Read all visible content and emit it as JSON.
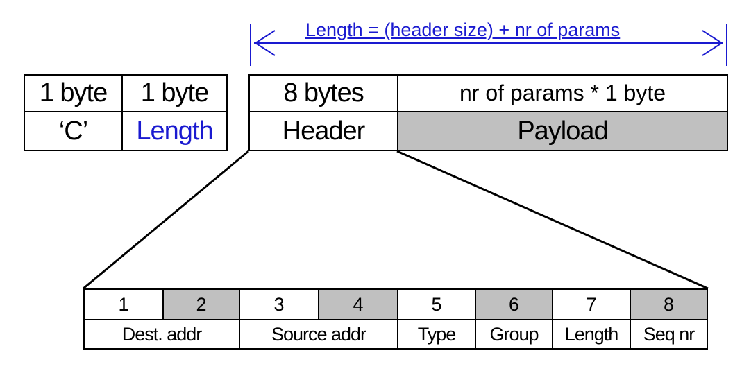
{
  "length_arrow": {
    "label": "Length = (header size) + nr of params"
  },
  "prefix": {
    "sizes": [
      "1 byte",
      "1 byte"
    ],
    "names": [
      "‘C’",
      "Length"
    ]
  },
  "packet": {
    "sizes": [
      "8 bytes",
      "nr of params * 1 byte"
    ],
    "names": [
      "Header",
      "Payload"
    ]
  },
  "header_detail": {
    "bytes": [
      "1",
      "2",
      "3",
      "4",
      "5",
      "6",
      "7",
      "8"
    ],
    "fields": [
      "Dest. addr",
      "Source addr",
      "Type",
      "Group",
      "Length",
      "Seq nr"
    ]
  },
  "colors": {
    "accent_blue": "#1a1ad0",
    "shade_gray": "#c0c0c0"
  }
}
